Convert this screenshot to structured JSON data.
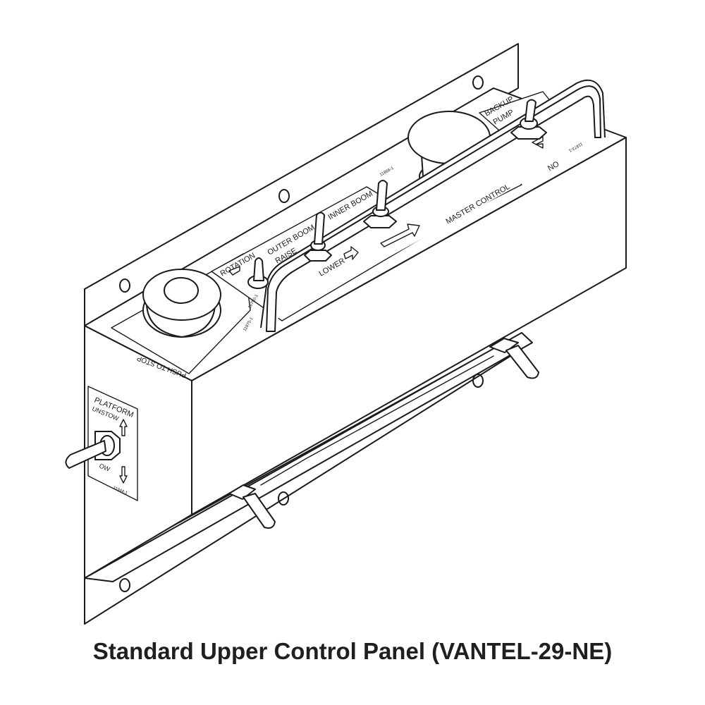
{
  "caption": "Standard Upper Control Panel (VANTEL-29-NE)",
  "labels": {
    "rotation": "ROTATION",
    "outer_boom": "OUTER BOOM",
    "raise": "RAISE",
    "inner_boom": "INNER BOOM",
    "lower": "LOWER",
    "master_control": "MASTER CONTROL",
    "backup_pump_1": "BACKUP",
    "backup_pump_2": "PUMP",
    "on": "ON",
    "platform": "PLATFORM",
    "unstow": "UNSTOW",
    "stow": "OW",
    "push_to_stop": "PUSH TO STOP",
    "part_rotation": "16750-1",
    "part_boom": "11866-1",
    "part_backup": "11873-1",
    "part_platform": "11944-1",
    "part_stop": "11875-1"
  }
}
